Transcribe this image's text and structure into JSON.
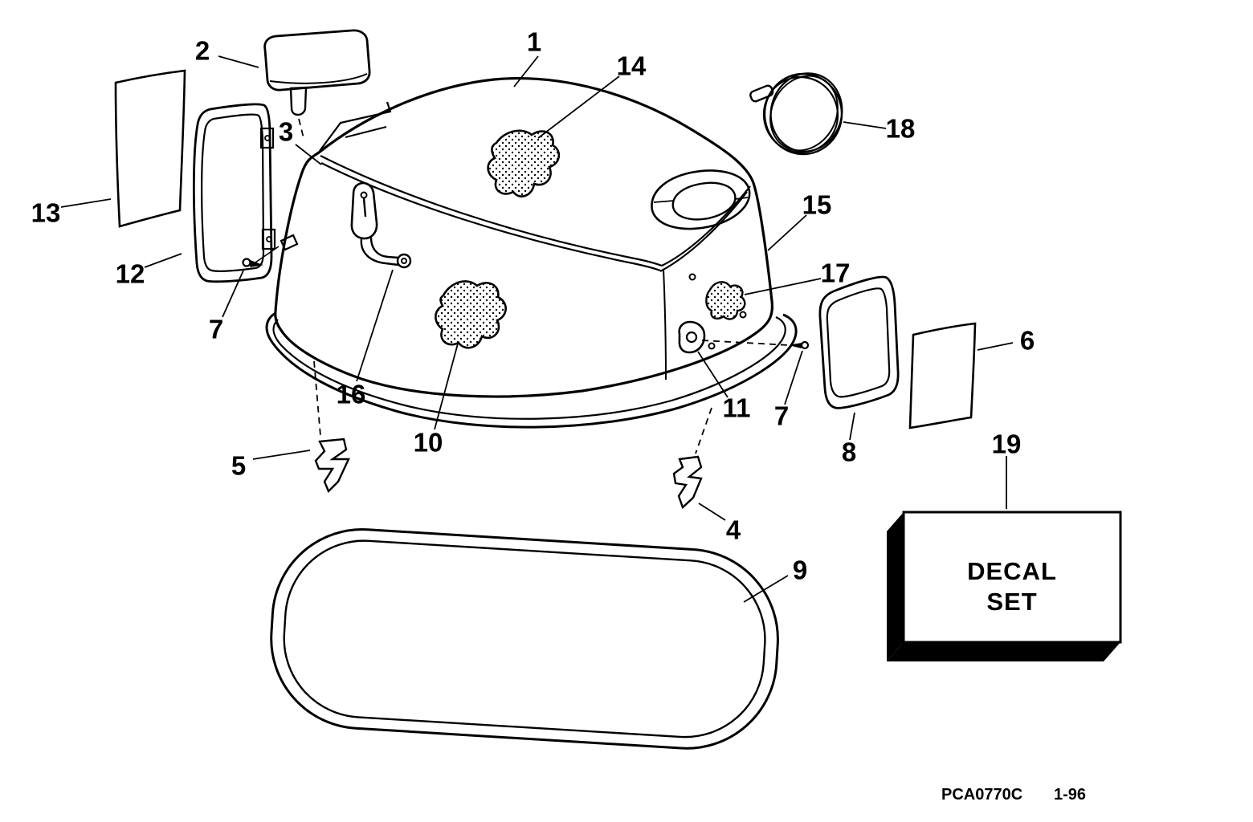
{
  "page": {
    "background_color": "#ffffff",
    "ink_color": "#000000",
    "description_visible_text_only": true
  },
  "footer": {
    "part_code": "PCA0770C",
    "date_code": "1-96"
  },
  "decal_box": {
    "line1": "DECAL",
    "line2": "SET"
  },
  "callouts": [
    {
      "id": "1",
      "label": "1"
    },
    {
      "id": "2",
      "label": "2"
    },
    {
      "id": "3",
      "label": "3"
    },
    {
      "id": "4",
      "label": "4"
    },
    {
      "id": "5",
      "label": "5"
    },
    {
      "id": "6",
      "label": "6"
    },
    {
      "id": "7-left",
      "label": "7"
    },
    {
      "id": "7-right",
      "label": "7"
    },
    {
      "id": "8",
      "label": "8"
    },
    {
      "id": "9",
      "label": "9"
    },
    {
      "id": "10",
      "label": "10"
    },
    {
      "id": "11",
      "label": "11"
    },
    {
      "id": "12",
      "label": "12"
    },
    {
      "id": "13",
      "label": "13"
    },
    {
      "id": "14",
      "label": "14"
    },
    {
      "id": "15",
      "label": "15"
    },
    {
      "id": "16",
      "label": "16"
    },
    {
      "id": "17",
      "label": "17"
    },
    {
      "id": "18",
      "label": "18"
    },
    {
      "id": "19",
      "label": "19"
    }
  ]
}
